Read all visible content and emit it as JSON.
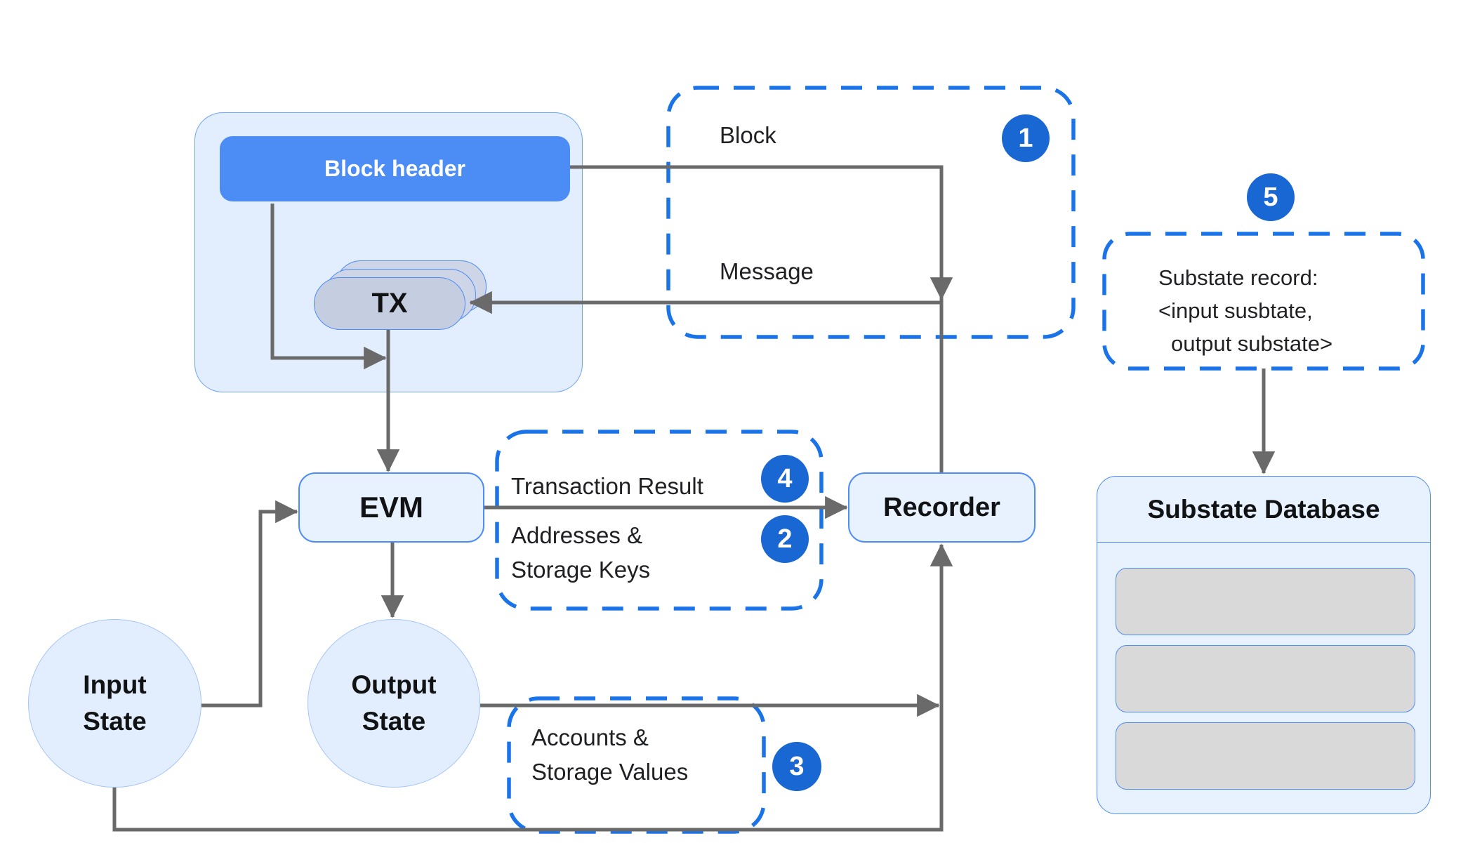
{
  "nodes": {
    "block_header": "Block header",
    "tx": "TX",
    "evm": "EVM",
    "recorder": "Recorder",
    "input_state": [
      "Input",
      "State"
    ],
    "output_state": [
      "Output",
      "State"
    ],
    "substate_database": "Substate Database"
  },
  "labels": {
    "block": "Block",
    "message": "Message",
    "transaction_result": "Transaction Result",
    "addresses_storage_keys": [
      "Addresses &",
      "Storage Keys"
    ],
    "accounts_storage_values": [
      "Accounts &",
      "Storage Values"
    ],
    "substate_record": [
      "Substate record:",
      "<input susbtate,",
      "output substate>"
    ]
  },
  "badges": {
    "b1": "1",
    "b2": "2",
    "b3": "3",
    "b4": "4",
    "b5": "5"
  },
  "colors": {
    "accent_blue": "#1a73e8",
    "badge_blue": "#1967d2",
    "wire_gray": "#6a6a6a",
    "node_fill": "#e8f1fe",
    "container_fill": "#e2edfd",
    "node_border": "#4e8cf7",
    "block_header_fill": "#4b8cf5",
    "tx_pill_fill": "#c5cde0",
    "db_row_gray": "#d9d9d9"
  }
}
